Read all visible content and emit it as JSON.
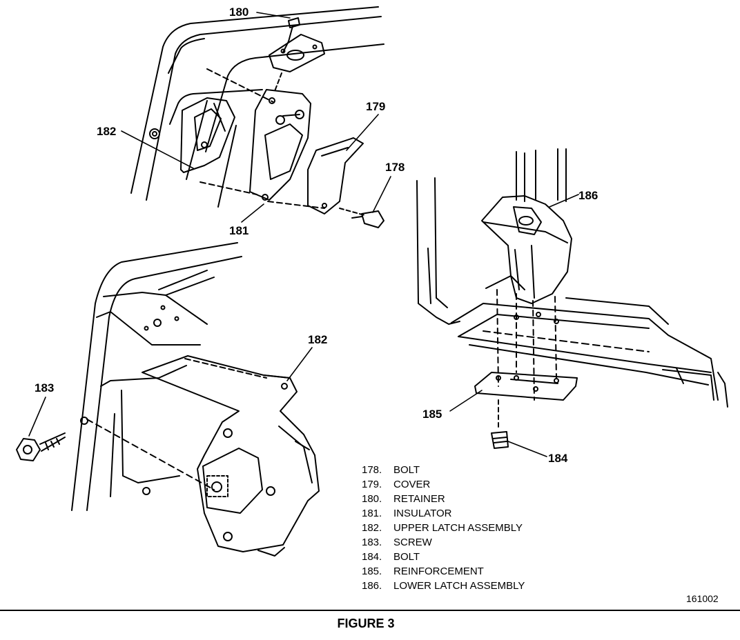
{
  "callouts": {
    "c180": "180",
    "c179": "179",
    "c182_top": "182",
    "c178": "178",
    "c181": "181",
    "c186": "186",
    "c182_mid": "182",
    "c183": "183",
    "c185": "185",
    "c184": "184"
  },
  "legend": [
    {
      "num": "178.",
      "label": "BOLT"
    },
    {
      "num": "179.",
      "label": "COVER"
    },
    {
      "num": "180.",
      "label": "RETAINER"
    },
    {
      "num": "181.",
      "label": "INSULATOR"
    },
    {
      "num": "182.",
      "label": "UPPER LATCH ASSEMBLY"
    },
    {
      "num": "183.",
      "label": "SCREW"
    },
    {
      "num": "184.",
      "label": "BOLT"
    },
    {
      "num": "185.",
      "label": "REINFORCEMENT"
    },
    {
      "num": "186.",
      "label": "LOWER LATCH ASSEMBLY"
    }
  ],
  "drawing_id": "161002",
  "figure_title": "FIGURE 3"
}
